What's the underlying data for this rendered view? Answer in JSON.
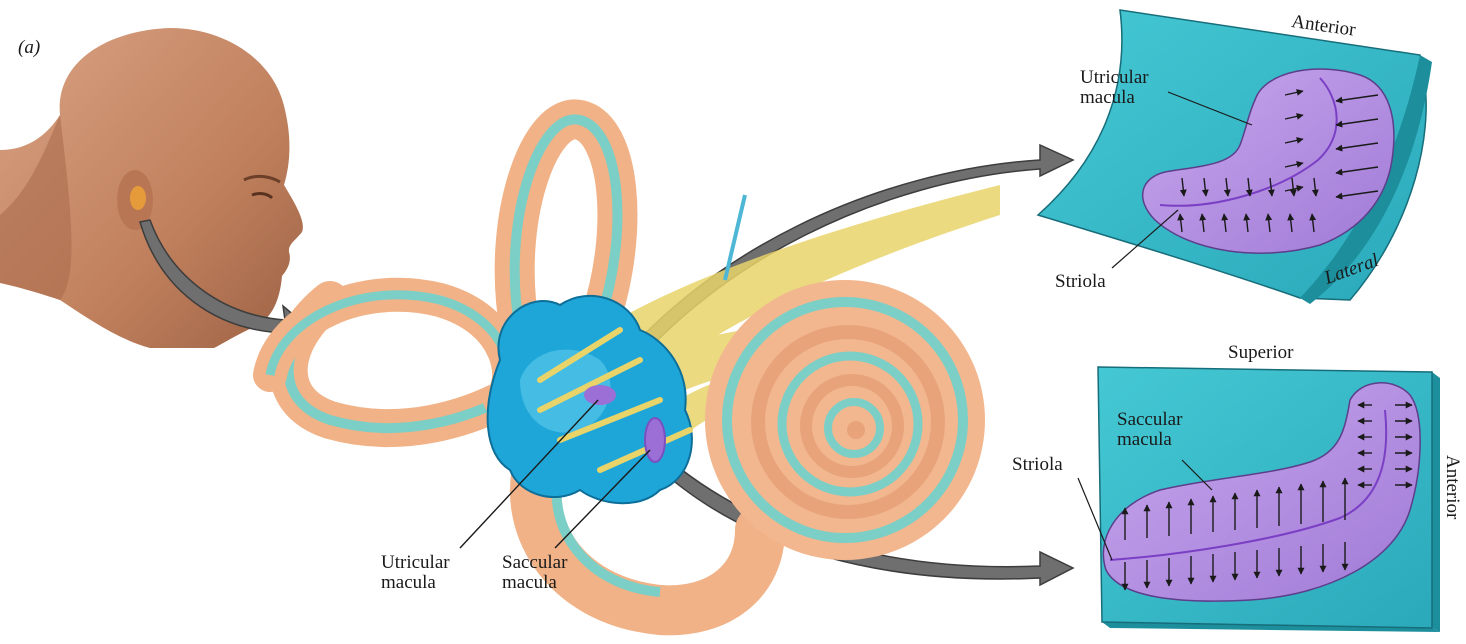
{
  "panel_label": "(a)",
  "inner_ear": {
    "utricular_macula": {
      "line1": "Utricular",
      "line2": "macula"
    },
    "saccular_macula": {
      "line1": "Saccular",
      "line2": "macula"
    }
  },
  "utricle_detail": {
    "utricular_macula": {
      "line1": "Utricular",
      "line2": "macula"
    },
    "striola": "Striola",
    "anterior": "Anterior",
    "lateral": "Lateral"
  },
  "saccule_detail": {
    "saccular_macula": {
      "line1": "Saccular",
      "line2": "macula"
    },
    "striola": "Striola",
    "superior": "Superior",
    "anterior": "Anterior"
  },
  "colors": {
    "skin": "#c98a66",
    "canal_orange": "#f0b286",
    "canal_teal": "#7ccfc6",
    "vestibule_blue": "#1fa6d8",
    "nerve_yellow": "#e9d46a",
    "macula_purple": "#b48ee0",
    "sheet_teal": "#3ec2cf",
    "arrow_gray": "#6f6f6f"
  }
}
